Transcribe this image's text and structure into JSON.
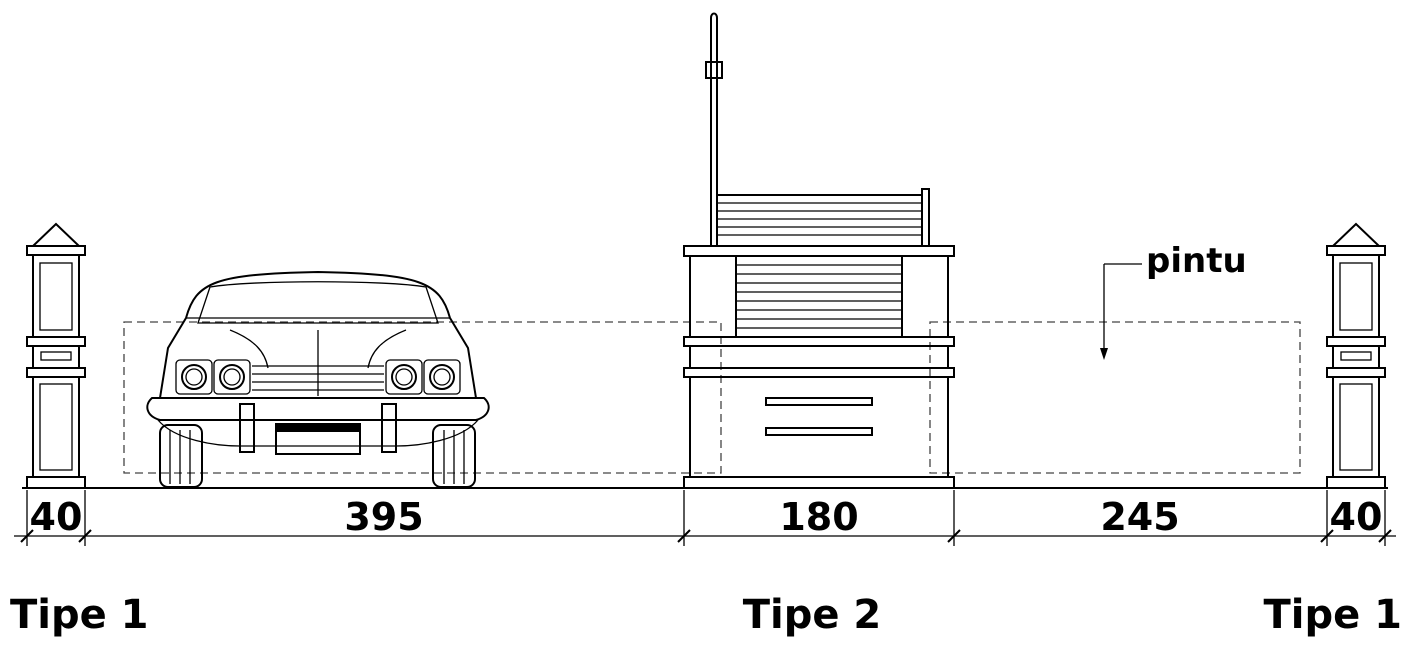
{
  "dimensions": {
    "pillar_left": "40",
    "carport": "395",
    "gatehouse": "180",
    "gate_opening": "245",
    "pillar_right": "40"
  },
  "labels": {
    "type_left": "Tipe 1",
    "type_center": "Tipe 2",
    "type_right": "Tipe 1",
    "door_note": "pintu"
  }
}
